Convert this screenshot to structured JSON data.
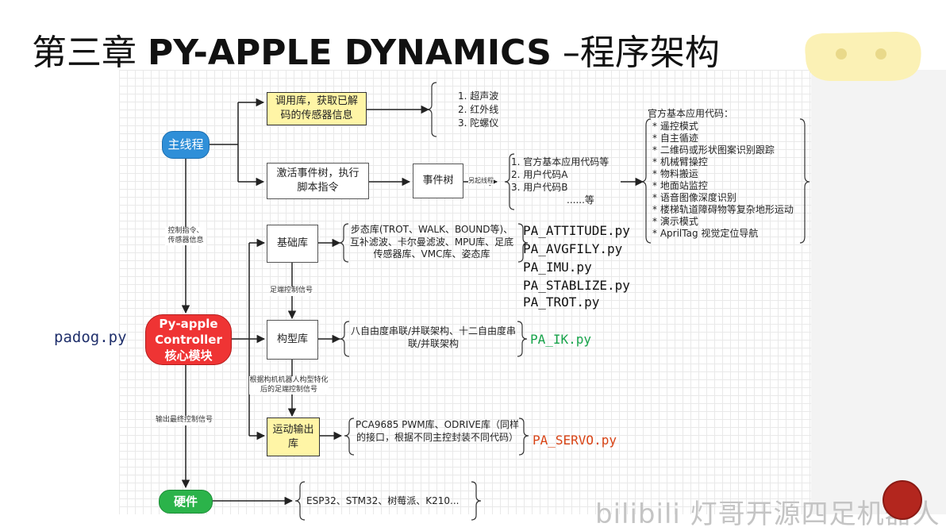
{
  "title": {
    "prefix": "第三章 ",
    "latin": "PY-APPLE DYNAMICS",
    "suffix": " –程序架构"
  },
  "nodes": {
    "main_thread": "主线程",
    "call_lib": "调用库，获取已解码的传感器信息",
    "activate": "激活事件树，执行脚本指令",
    "event_tree": "事件树",
    "base_lib": "基础库",
    "config_lib": "构型库",
    "motion_lib": "运动输出库",
    "core": "Py-apple Controller 核心模块",
    "hardware": "硬件"
  },
  "sensors": [
    "1. 超声波",
    "2. 红外线",
    "3. 陀螺仪"
  ],
  "event_list": [
    "1. 官方基本应用代码等",
    "2. 用户代码A",
    "3. 用户代码B",
    "......等"
  ],
  "official_apps": {
    "header": "官方基本应用代码：",
    "items": [
      "* 遥控模式",
      "* 自主循迹",
      "* 二维码或形状图案识别跟踪",
      "* 机械臂操控",
      "* 物料搬运",
      "* 地面站监控",
      "* 语音图像深度识别",
      "* 楼梯轨道障碍物等复杂地形运动",
      "* 演示模式",
      "* AprilTag 视觉定位导航"
    ]
  },
  "base_desc": "步态库(TROT、WALK、BOUND等)、互补滤波、卡尔曼滤波、MPU库、足底传感器库、VMC库、姿态库",
  "config_desc": "八自由度串联/并联架构、十二自由度串联/并联架构",
  "motion_desc": "PCA9685 PWM库、ODRIVE库（同样的接口，根据不同主控封装不同代码）",
  "hardware_desc": "ESP32、STM32、树莓派、K210...",
  "edge_labels": {
    "other_thread": "另起线程",
    "control_cmd": "控制指令、传感器信息",
    "foot_signal": "足端控制信号",
    "config_signal": "根据构机机器人构型特化后的足端控制信号",
    "final_signal": "输出最终控制信号"
  },
  "files": {
    "padog": "padog.py",
    "base_files": [
      "PA_ATTITUDE.py",
      "PA_AVGFILY.py",
      "PA_IMU.py",
      "PA_STABLIZE.py",
      "PA_TROT.py"
    ],
    "ik": "PA_IK.py",
    "servo": "PA_SERVO.py"
  },
  "watermark": "bilibili 灯哥开源四足机器人",
  "colors": {
    "main_thread": "#2f8fd8",
    "core": "#ef3434",
    "hardware": "#2bb34a",
    "lib_box": "#fff5a6",
    "ik_text": "#17a34a",
    "servo_text": "#d84315",
    "padog_text": "#1f2f6b"
  }
}
